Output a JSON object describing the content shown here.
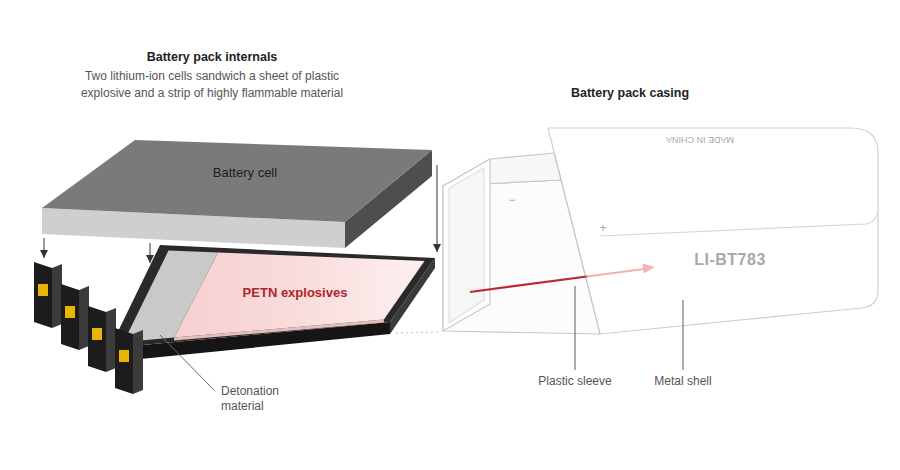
{
  "diagram": {
    "nodes": [
      {
        "text": [
          "Battery cell"
        ]
      },
      {
        "text": [
          "PETN explosives"
        ]
      },
      {
        "text": [
          "LI-BT783"
        ]
      }
    ],
    "labels": [
      "Battery pack internals",
      "Two lithium-ion cells sandwich a sheet of plastic explosive and a strip of highly flammable material",
      "Detonation material",
      "Battery pack casing",
      "MADE IN CHINA",
      "−",
      "+",
      "Plastic sleeve",
      "Metal shell"
    ]
  }
}
